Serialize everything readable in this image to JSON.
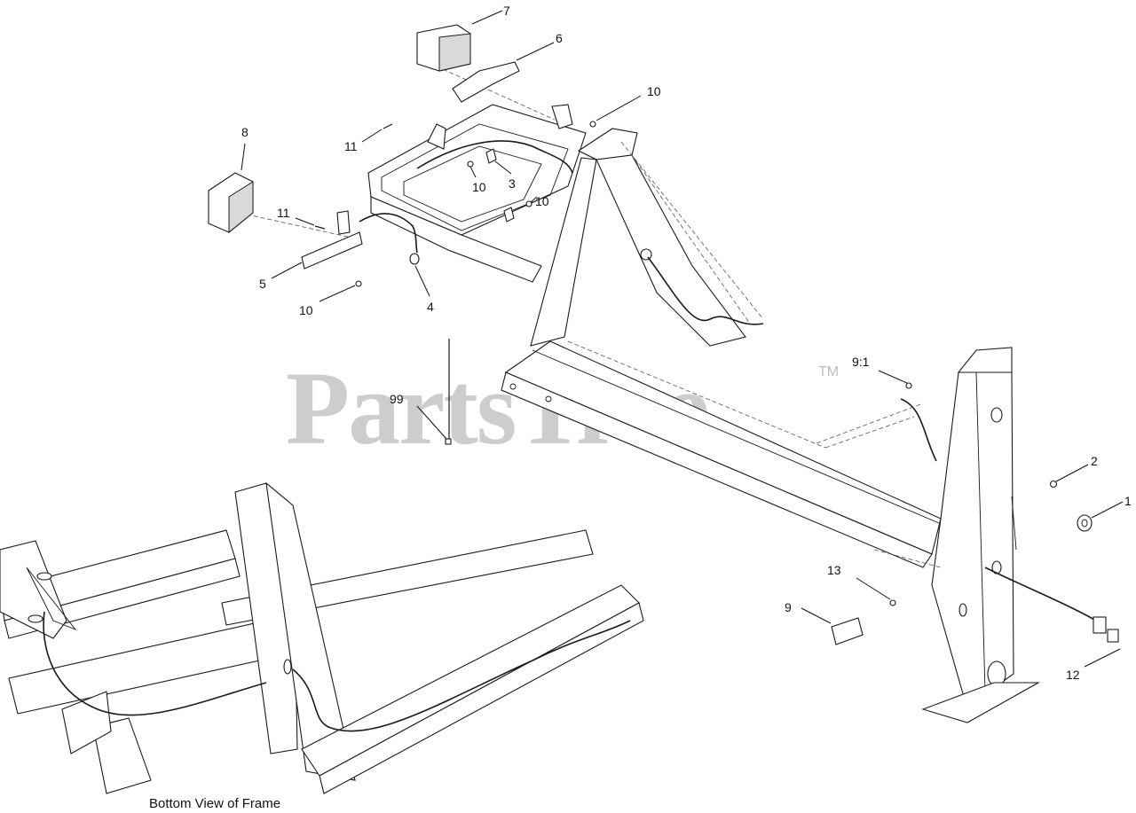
{
  "watermark": {
    "text": "PartsTree",
    "mark": "TM"
  },
  "caption": "Bottom View of Frame",
  "callouts": [
    {
      "id": "c7a",
      "label": "7"
    },
    {
      "id": "c6",
      "label": "6"
    },
    {
      "id": "c10a",
      "label": "10"
    },
    {
      "id": "c8",
      "label": "8"
    },
    {
      "id": "c11a",
      "label": "11"
    },
    {
      "id": "c10b",
      "label": "10"
    },
    {
      "id": "c3",
      "label": "3"
    },
    {
      "id": "c10c",
      "label": "10"
    },
    {
      "id": "c11b",
      "label": "11"
    },
    {
      "id": "c5",
      "label": "5"
    },
    {
      "id": "c10d",
      "label": "10"
    },
    {
      "id": "c4",
      "label": "4"
    },
    {
      "id": "c99",
      "label": "99"
    },
    {
      "id": "c91",
      "label": "9:1"
    },
    {
      "id": "c2",
      "label": "2"
    },
    {
      "id": "c1",
      "label": "1"
    },
    {
      "id": "c13",
      "label": "13"
    },
    {
      "id": "c9",
      "label": "9"
    },
    {
      "id": "c12",
      "label": "12"
    }
  ]
}
